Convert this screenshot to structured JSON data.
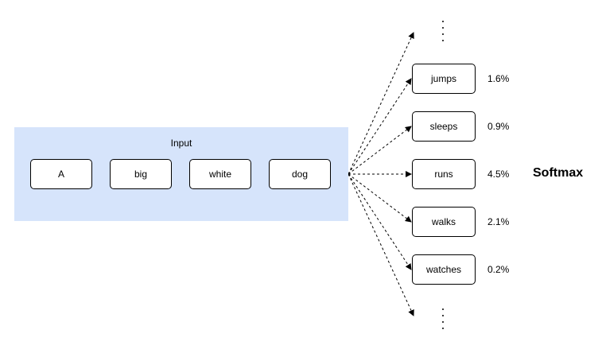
{
  "input": {
    "title": "Input",
    "tokens": [
      "A",
      "big",
      "white",
      "dog"
    ]
  },
  "outputs": [
    {
      "word": "jumps",
      "prob": "1.6%"
    },
    {
      "word": "sleeps",
      "prob": "0.9%"
    },
    {
      "word": "runs",
      "prob": "4.5%"
    },
    {
      "word": "walks",
      "prob": "2.1%"
    },
    {
      "word": "watches",
      "prob": "0.2%"
    }
  ],
  "label": "Softmax",
  "colors": {
    "input_panel": "#d6e4fb",
    "stroke": "#000000"
  }
}
